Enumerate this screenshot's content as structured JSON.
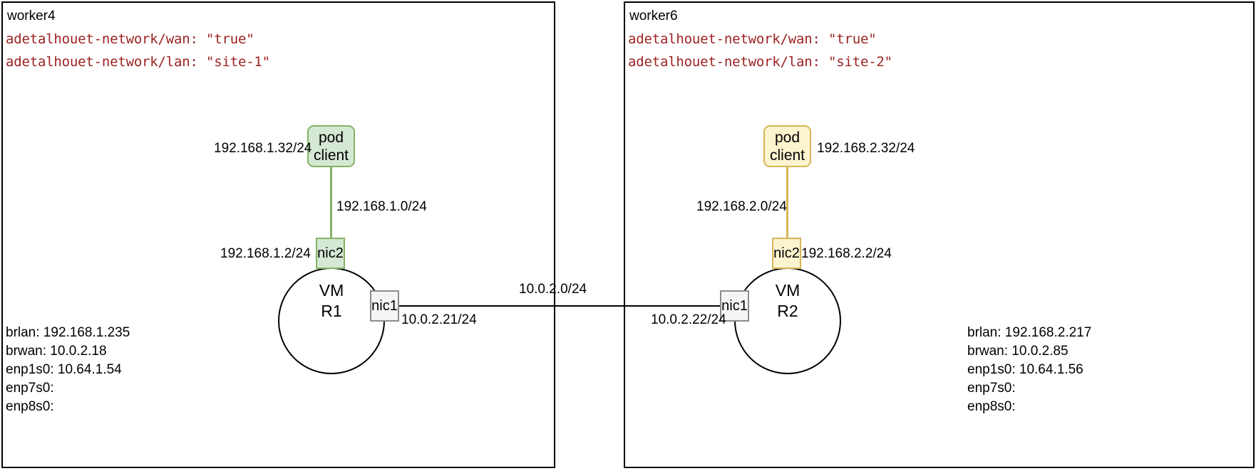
{
  "panels": [
    {
      "id": "worker4",
      "name": "worker4",
      "annotations": [
        {
          "key": "adetalhouet-network/wan:",
          "value": "\"true\""
        },
        {
          "key": "adetalhouet-network/lan:",
          "value": "\"site-1\""
        }
      ],
      "pod": {
        "line1": "pod",
        "line2": "client",
        "ip": "192.168.1.32/24",
        "color": "#d5e8d4",
        "border": "#82b366"
      },
      "pod_link_label": "192.168.1.0/24",
      "vm": {
        "line1": "VM",
        "line2": "R1"
      },
      "nic2": {
        "label": "nic2",
        "ip": "192.168.1.2/24"
      },
      "nic1": {
        "label": "nic1",
        "ip": "10.0.2.21/24"
      },
      "interfaces": [
        "brlan: 192.168.1.235",
        "brwan: 10.0.2.18",
        "enp1s0: 10.64.1.54",
        "enp7s0:",
        "enp8s0:"
      ]
    },
    {
      "id": "worker6",
      "name": "worker6",
      "annotations": [
        {
          "key": "adetalhouet-network/wan:",
          "value": "\"true\""
        },
        {
          "key": "adetalhouet-network/lan:",
          "value": "\"site-2\""
        }
      ],
      "pod": {
        "line1": "pod",
        "line2": "client",
        "ip": "192.168.2.32/24",
        "color": "#fcf3cf",
        "border": "#d6b656"
      },
      "pod_link_label": "192.168.2.0/24",
      "vm": {
        "line1": "VM",
        "line2": "R2"
      },
      "nic2": {
        "label": "nic2",
        "ip": "192.168.2.2/24"
      },
      "nic1": {
        "label": "nic1",
        "ip": "10.0.2.22/24"
      },
      "interfaces": [
        "brlan: 192.168.2.217",
        "brwan: 10.0.2.85",
        "enp1s0: 10.64.1.56",
        "enp7s0:",
        "enp8s0:"
      ]
    }
  ],
  "wan_link": {
    "label": "10.0.2.0/24"
  },
  "colors": {
    "green_fill": "#d5e8d4",
    "green_stroke": "#82b366",
    "yellow_fill": "#fcf3cf",
    "yellow_stroke": "#d6b656",
    "gray_fill": "#f5f5f5",
    "gray_stroke": "#8c8c8c",
    "annotation_text": "#9c2222",
    "outline": "#000000"
  }
}
